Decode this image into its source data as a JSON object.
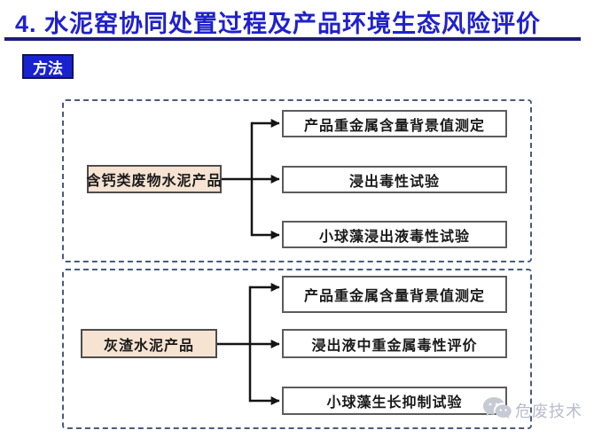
{
  "page": {
    "title": "4. 水泥窑协同处置过程及产品环境生态风险评价",
    "section_label": "方法"
  },
  "colors": {
    "title_blue": "#2021cc",
    "underline_navy": "#1b1b7e",
    "section_bg": "#1822ce",
    "dashed_border": "#4a5a80",
    "source_box_bg": "#f6e3d2",
    "arrow": "#141414"
  },
  "flowcharts": [
    {
      "source": "含钙类废物水泥产品",
      "outputs": [
        "产品重金属含量背景值测定",
        "浸出毒性试验",
        "小球藻浸出液毒性试验"
      ]
    },
    {
      "source": "灰渣水泥产品",
      "outputs": [
        "产品重金属含量背景值测定",
        "浸出液中重金属毒性评价",
        "小球藻生长抑制试验"
      ]
    }
  ],
  "watermark": {
    "icon": "wechat-icon",
    "text": "危废技术"
  }
}
